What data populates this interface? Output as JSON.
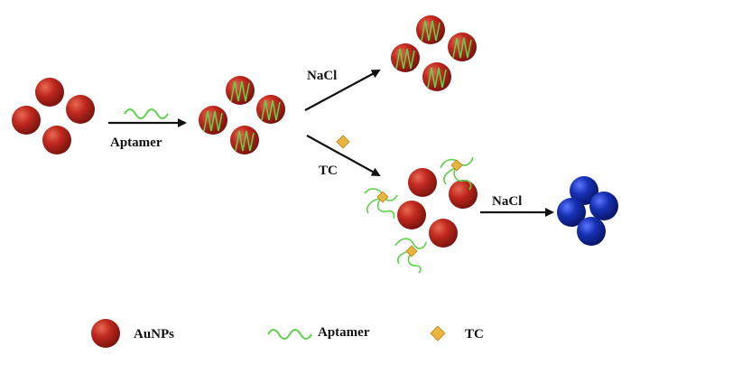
{
  "labels": {
    "aptamer_step": "Aptamer",
    "salt_top": "NaCl",
    "tc_step": "TC",
    "salt_right": "NaCl"
  },
  "legend": {
    "aunps": "AuNPs",
    "aptamer": "Aptamer",
    "tc": "TC"
  },
  "colors": {
    "aunp": "#c0281e",
    "aggregated_aunp": "#1630b4",
    "aptamer": "#5cd24a",
    "tc": "#e8b640",
    "arrow": "#111111"
  },
  "icons": {
    "particle": "sphere-icon",
    "aptamer": "wavy-strand-icon",
    "tc": "diamond-icon"
  }
}
